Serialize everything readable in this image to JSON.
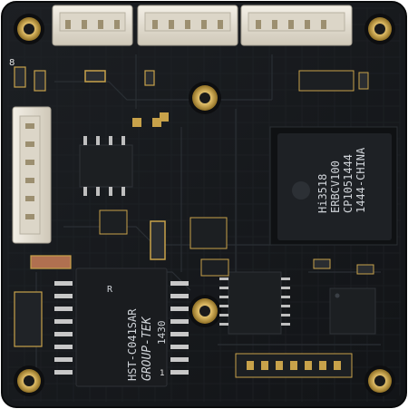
{
  "photo": {
    "subject": "camera-module-circuit-board",
    "colors": {
      "board": "#16181b",
      "board_edge": "#0b0c0e",
      "trace": "#23272b",
      "pad_gold": "#c8a24a",
      "hole_gold": "#d2b35e",
      "connector": "#e6e1d6",
      "chip": "#1c1f22",
      "silkscreen": "#e8e8e8"
    }
  },
  "main_chip": {
    "lines": [
      "Hi3518",
      "ERBCV100",
      "CP1051444",
      "1444-CHINA"
    ]
  },
  "transformer": {
    "lines": [
      "HST-C041SAR",
      "GROUP-TEK",
      "1430"
    ],
    "registered": "R"
  },
  "silkscreen": {
    "corner_mark": "8",
    "bottom_mark": "1"
  }
}
